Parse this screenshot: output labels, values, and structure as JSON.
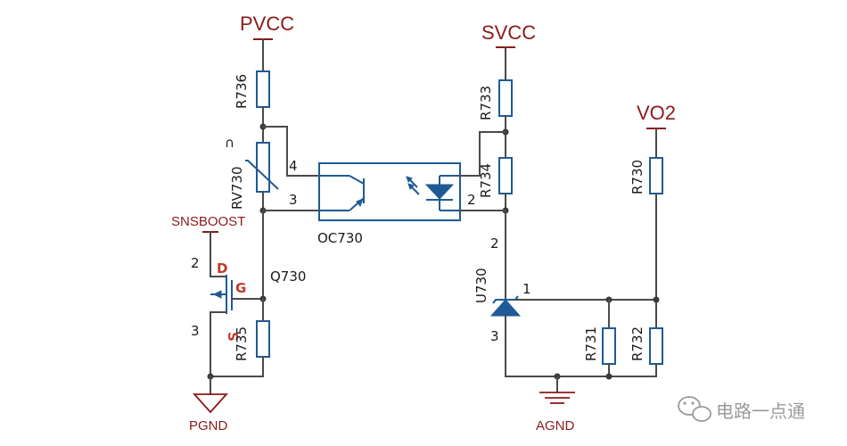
{
  "rails": {
    "pvcc": "PVCC",
    "svcc": "SVCC",
    "vo2": "VO2",
    "snsboost": "SNSBOOST",
    "pgnd": "PGND",
    "agnd": "AGND"
  },
  "components": {
    "r736": "R736",
    "rv730": "RV730",
    "r733": "R733",
    "r734": "R734",
    "r730": "R730",
    "r735": "R735",
    "r731": "R731",
    "r732": "R732",
    "oc730": "OC730",
    "q730": "Q730",
    "u730": "U730"
  },
  "pins": {
    "oc_4": "4",
    "oc_3": "3",
    "oc_2": "2",
    "q_2": "2",
    "q_3": "3",
    "q_d": "D",
    "q_g": "G",
    "q_s": "S",
    "u_2": "2",
    "u_1": "1",
    "u_3": "3"
  },
  "watermark": "电路一点通",
  "colors": {
    "rail": "#8b1a1a",
    "component": "#1f5a96",
    "wire": "#4a4a4a",
    "pin_highlight": "#c0392b"
  },
  "icons": {
    "watermark_logo": "wechat-icon"
  }
}
